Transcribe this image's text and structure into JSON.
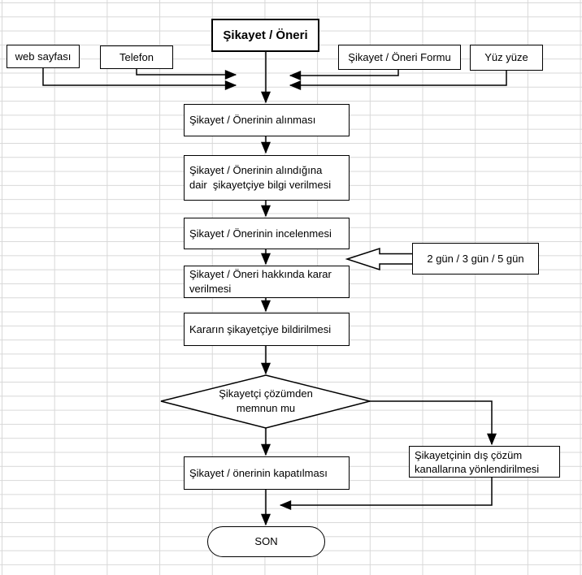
{
  "colors": {
    "shape_fill": "#ffffff",
    "shape_border": "#000000",
    "grid_line": "#d8d8d8",
    "text": "#000000"
  },
  "flowchart": {
    "start": "Şikayet / Öneri",
    "sources": {
      "web": "web sayfası",
      "phone": "Telefon",
      "form": "Şikayet / Öneri Formu",
      "face_to_face": "Yüz yüze"
    },
    "steps": {
      "receive": "Şikayet / Önerinin alınması",
      "acknowledge": "Şikayet / Önerinin alındığına\ndair  şikayetçiye bilgi verilmesi",
      "review": "Şikayet / Önerinin incelenmesi",
      "decide": "Şikayet / Öneri hakkında karar\nverilmesi",
      "notify": "Kararın şikayetçiye bildirilmesi",
      "close": "Şikayet / önerinin kapatılması",
      "redirect": "Şikayetçinin dış çözüm\nkanallarına yönlendirilmesi"
    },
    "decision": "Şikayetçi çözümden\nmemnun mu",
    "duration_callout": "2 gün / 3 gün / 5 gün",
    "end": "SON"
  }
}
